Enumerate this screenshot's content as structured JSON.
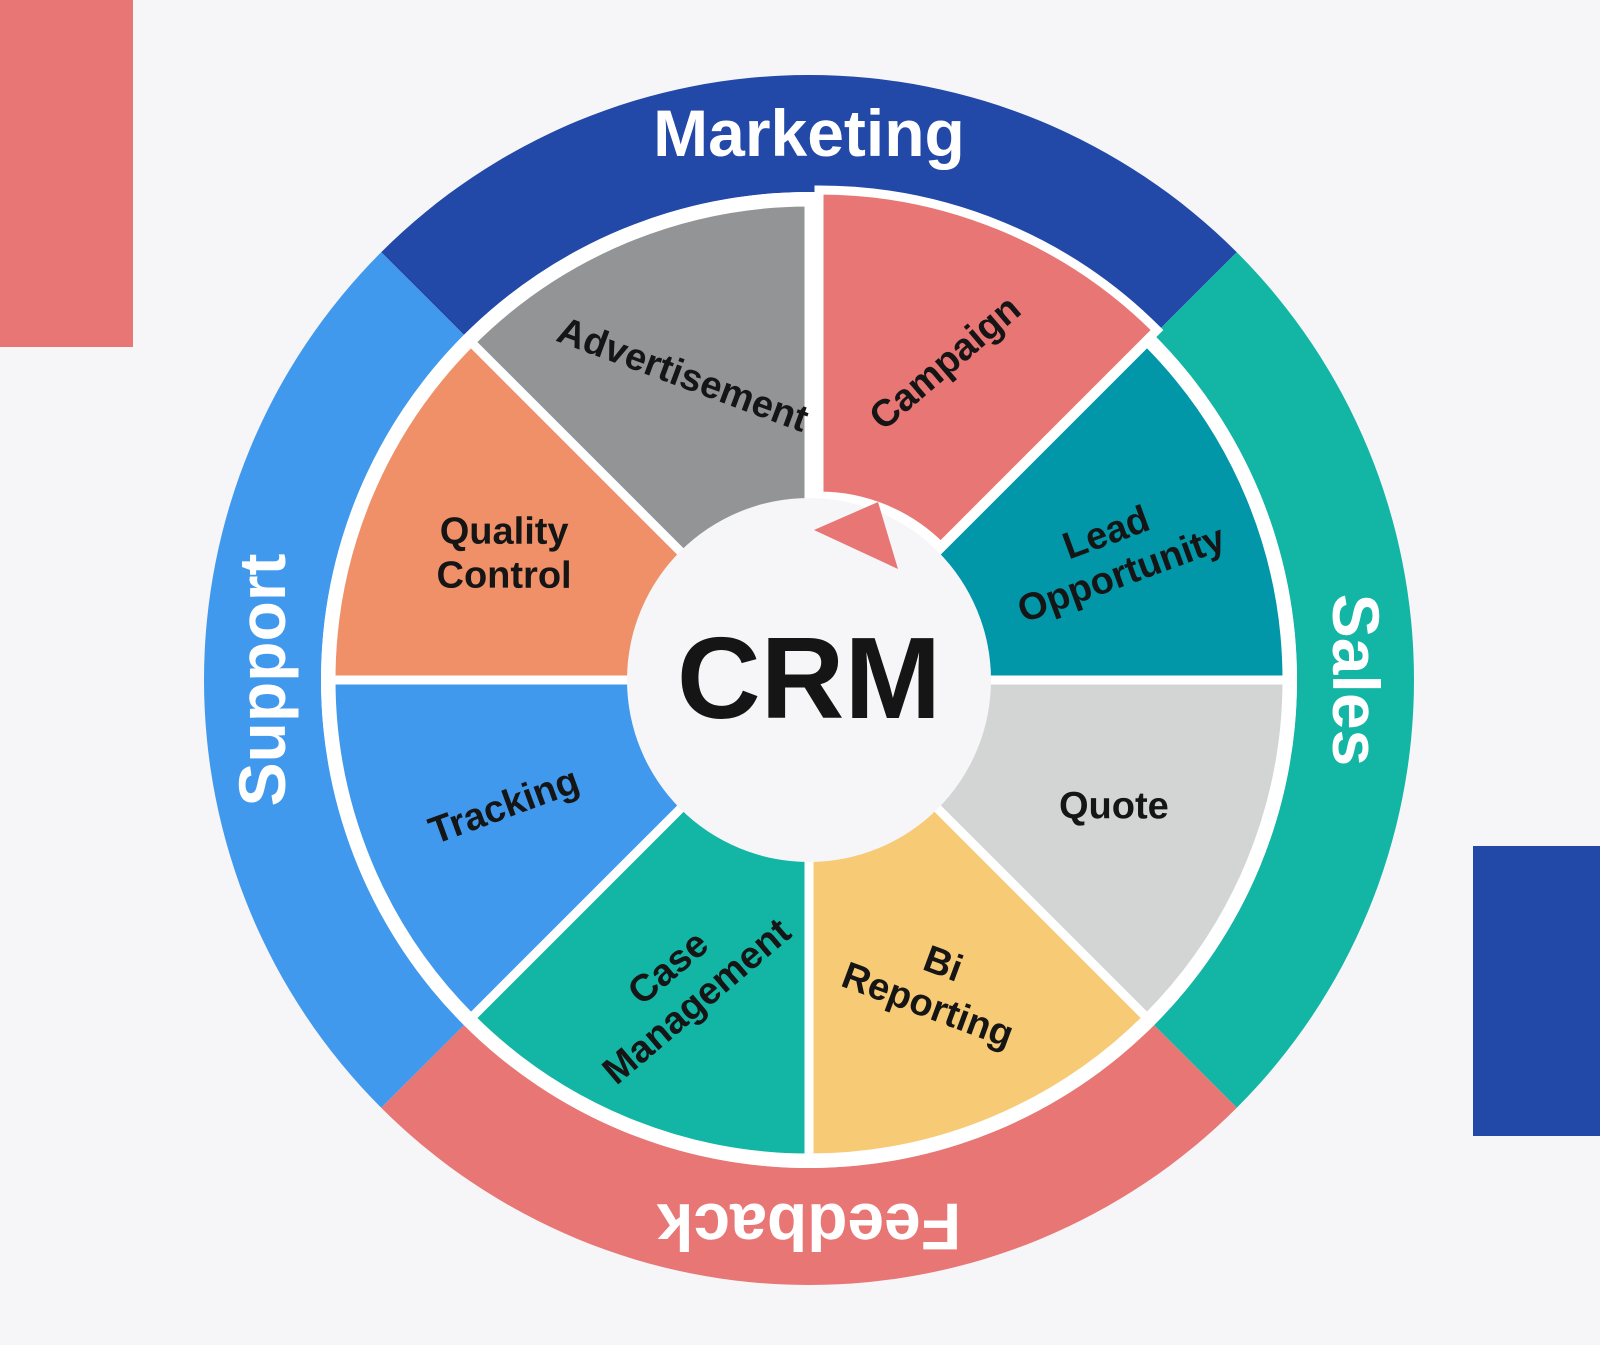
{
  "center": {
    "label": "CRM",
    "fill": "#f6f6f9",
    "text_color": "#151515",
    "pointer_color": "#e77674"
  },
  "ring": [
    {
      "id": "marketing",
      "label": "Marketing",
      "color": "#2248a8"
    },
    {
      "id": "sales",
      "label": "Sales",
      "color": "#13b5a4"
    },
    {
      "id": "feedback",
      "label": "Feedback",
      "color": "#e77674"
    },
    {
      "id": "support",
      "label": "Support",
      "color": "#4099ec"
    }
  ],
  "segments": [
    {
      "id": "campaign",
      "lines": [
        "Campaign"
      ],
      "color": "#e77674"
    },
    {
      "id": "lead-opportunity",
      "lines": [
        "Lead",
        "Opportunity"
      ],
      "color": "#0196a8"
    },
    {
      "id": "quote",
      "lines": [
        "Quote"
      ],
      "color": "#d3d4d4"
    },
    {
      "id": "bi-reporting",
      "lines": [
        "Bi",
        "Reporting"
      ],
      "color": "#f7ca75"
    },
    {
      "id": "case-management",
      "lines": [
        "Case",
        "Management"
      ],
      "color": "#13b5a4"
    },
    {
      "id": "tracking",
      "lines": [
        "Tracking"
      ],
      "color": "#4099ec"
    },
    {
      "id": "quality-control",
      "lines": [
        "Quality",
        "Control"
      ],
      "color": "#ef9068"
    },
    {
      "id": "advertisement",
      "lines": [
        "Advertisement"
      ],
      "color": "#939496"
    }
  ],
  "decorations": [
    {
      "id": "deco-top-left",
      "color": "#e77674"
    },
    {
      "id": "deco-bottom-right",
      "color": "#2248a8"
    }
  ]
}
